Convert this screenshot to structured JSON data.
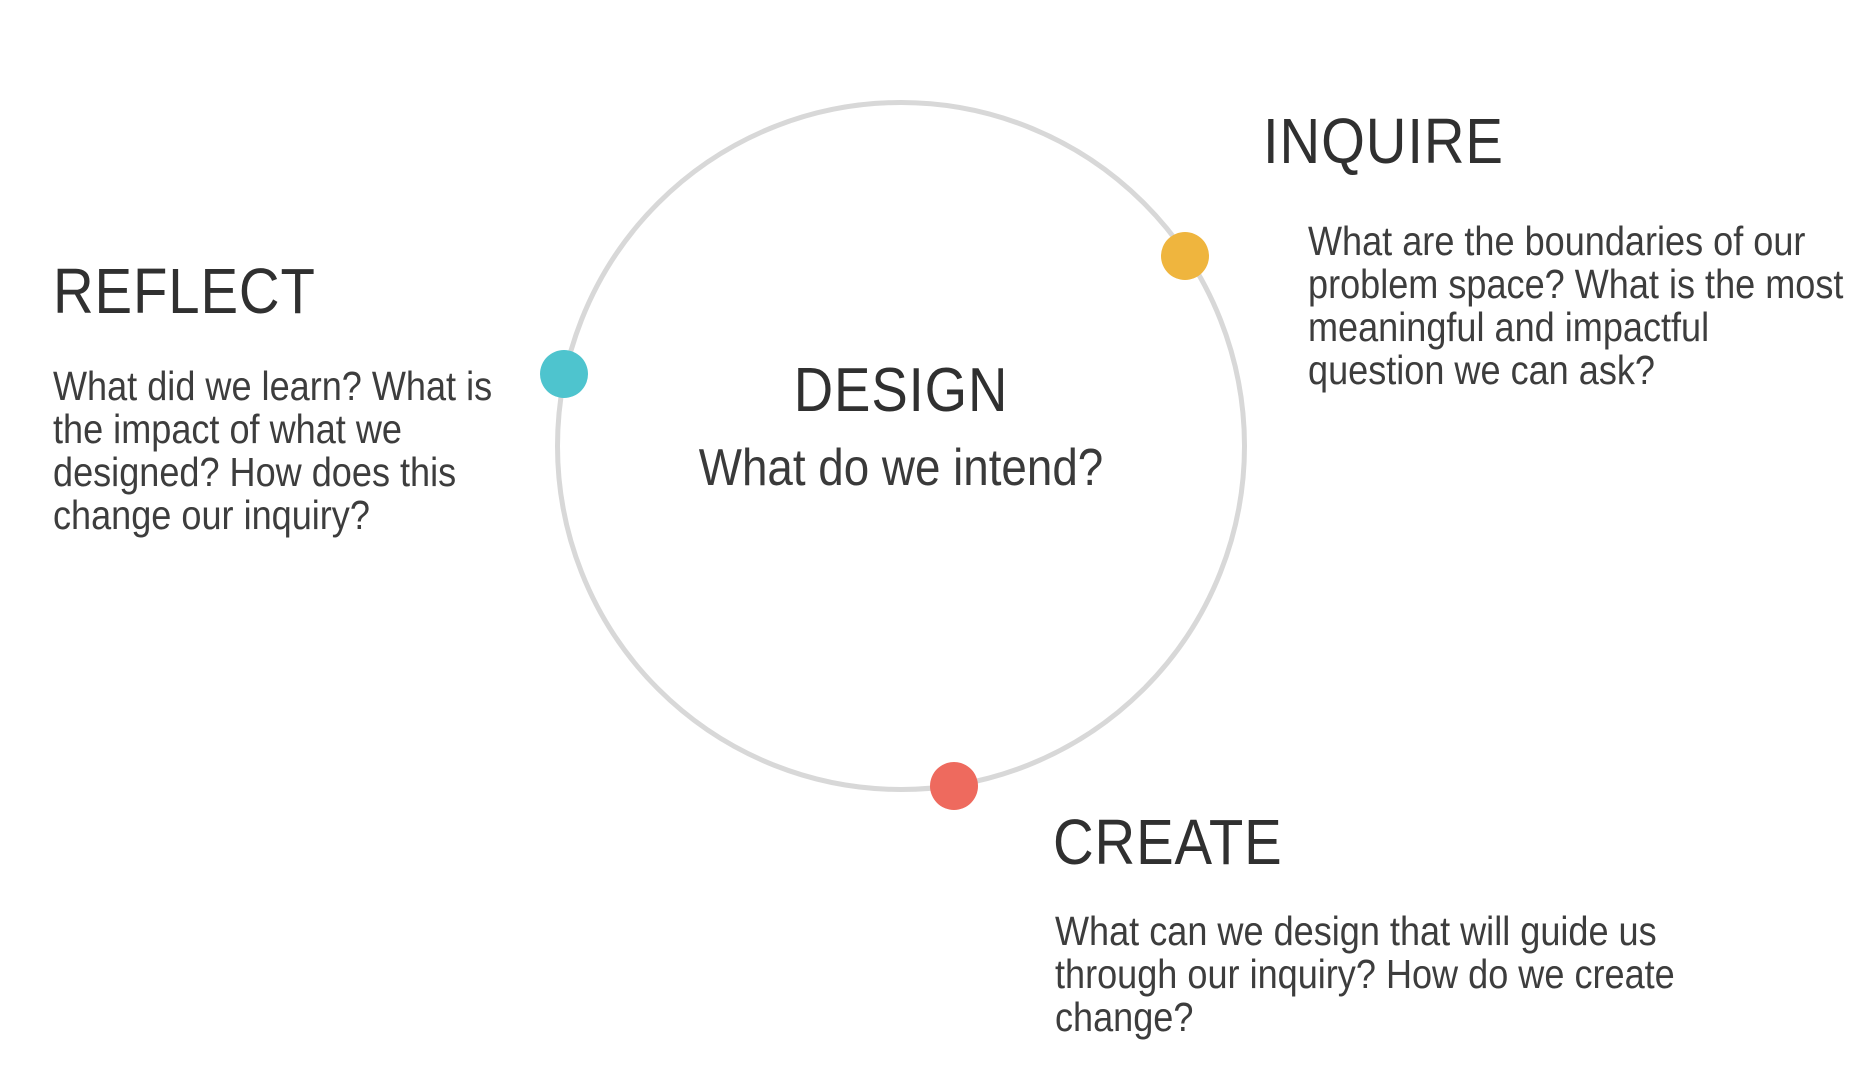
{
  "diagram": {
    "circle_color": "#D8D8D8",
    "center": {
      "title": "DESIGN",
      "subtitle": "What do we intend?"
    },
    "nodes": [
      {
        "id": "inquire",
        "label": "INQUIRE",
        "dot_color": "#EFB53E",
        "description_lines": [
          "What are the boundaries of our",
          "problem space? What is the most",
          "meaningful and impactful",
          "question we can ask?"
        ]
      },
      {
        "id": "create",
        "label": "CREATE",
        "dot_color": "#EE6A5E",
        "description_lines": [
          "What can we design that will guide us",
          "through our inquiry? How do we create",
          "change?"
        ]
      },
      {
        "id": "reflect",
        "label": "REFLECT",
        "dot_color": "#4EC4CE",
        "description_lines": [
          "What did we learn? What is",
          "the impact of what we",
          "designed? How does this",
          "change our inquiry?"
        ]
      }
    ]
  }
}
